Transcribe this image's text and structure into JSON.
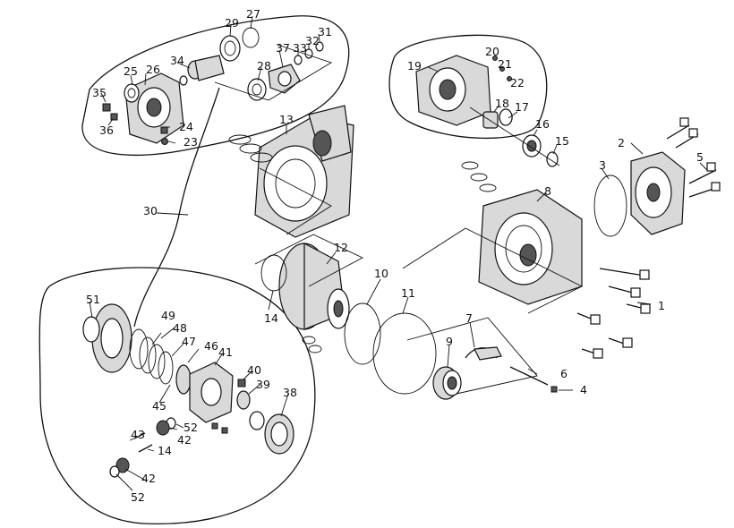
{
  "labels": [
    {
      "id": "p1",
      "text": "1"
    },
    {
      "id": "p2",
      "text": "2"
    },
    {
      "id": "p3",
      "text": "3"
    },
    {
      "id": "p4",
      "text": "4"
    },
    {
      "id": "p5",
      "text": "5"
    },
    {
      "id": "p6",
      "text": "6"
    },
    {
      "id": "p7",
      "text": "7"
    },
    {
      "id": "p8",
      "text": "8"
    },
    {
      "id": "p9",
      "text": "9"
    },
    {
      "id": "p10",
      "text": "10"
    },
    {
      "id": "p11",
      "text": "11"
    },
    {
      "id": "p12",
      "text": "12"
    },
    {
      "id": "p13",
      "text": "13"
    },
    {
      "id": "p14a",
      "text": "14"
    },
    {
      "id": "p14b",
      "text": "14"
    },
    {
      "id": "p15",
      "text": "15"
    },
    {
      "id": "p16",
      "text": "16"
    },
    {
      "id": "p17",
      "text": "17"
    },
    {
      "id": "p18",
      "text": "18"
    },
    {
      "id": "p19",
      "text": "19"
    },
    {
      "id": "p20",
      "text": "20"
    },
    {
      "id": "p21",
      "text": "21"
    },
    {
      "id": "p22",
      "text": "22"
    },
    {
      "id": "p23",
      "text": "23"
    },
    {
      "id": "p24",
      "text": "24"
    },
    {
      "id": "p25",
      "text": "25"
    },
    {
      "id": "p26",
      "text": "26"
    },
    {
      "id": "p27",
      "text": "27"
    },
    {
      "id": "p28",
      "text": "28"
    },
    {
      "id": "p29",
      "text": "29"
    },
    {
      "id": "p30",
      "text": "30"
    },
    {
      "id": "p31",
      "text": "31"
    },
    {
      "id": "p32",
      "text": "32"
    },
    {
      "id": "p33",
      "text": "33"
    },
    {
      "id": "p34",
      "text": "34"
    },
    {
      "id": "p35",
      "text": "35"
    },
    {
      "id": "p36",
      "text": "36"
    },
    {
      "id": "p37",
      "text": "37"
    },
    {
      "id": "p38",
      "text": "38"
    },
    {
      "id": "p39",
      "text": "39"
    },
    {
      "id": "p40",
      "text": "40"
    },
    {
      "id": "p41",
      "text": "41"
    },
    {
      "id": "p42a",
      "text": "42"
    },
    {
      "id": "p42b",
      "text": "42"
    },
    {
      "id": "p43",
      "text": "43"
    },
    {
      "id": "p45",
      "text": "45"
    },
    {
      "id": "p46",
      "text": "46"
    },
    {
      "id": "p47",
      "text": "47"
    },
    {
      "id": "p48",
      "text": "48"
    },
    {
      "id": "p49",
      "text": "49"
    },
    {
      "id": "p51",
      "text": "51"
    },
    {
      "id": "p52a",
      "text": "52"
    },
    {
      "id": "p52b",
      "text": "52"
    }
  ]
}
